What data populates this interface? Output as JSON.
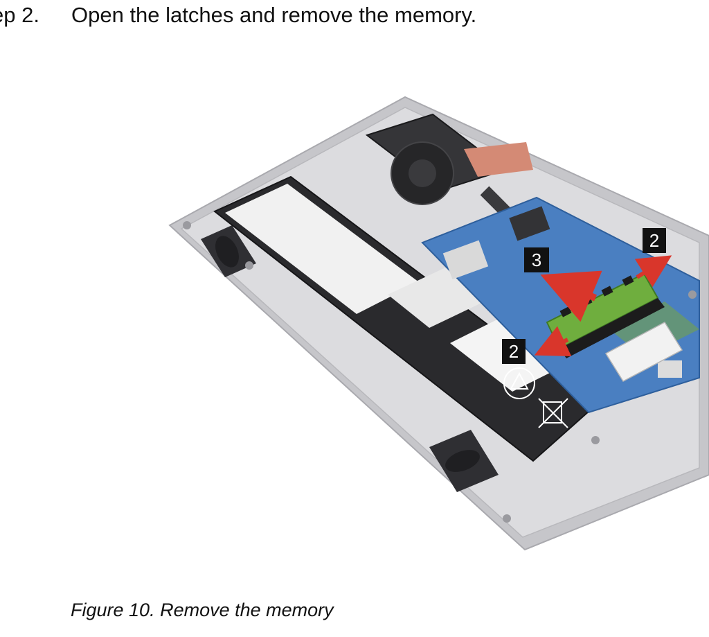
{
  "step": {
    "number": "ep 2.",
    "text": "Open the latches and remove the memory."
  },
  "figure": {
    "callouts": [
      "2",
      "3",
      "2"
    ],
    "caption": "Figure 10. Remove the memory"
  },
  "colors": {
    "arrow": "#d9362b",
    "callout_bg": "#111111",
    "callout_text": "#ffffff",
    "board": "#4a7fc1",
    "battery": "#2a2a2a",
    "chassis": "#c9c9cc",
    "memory": "#6fae3e"
  }
}
